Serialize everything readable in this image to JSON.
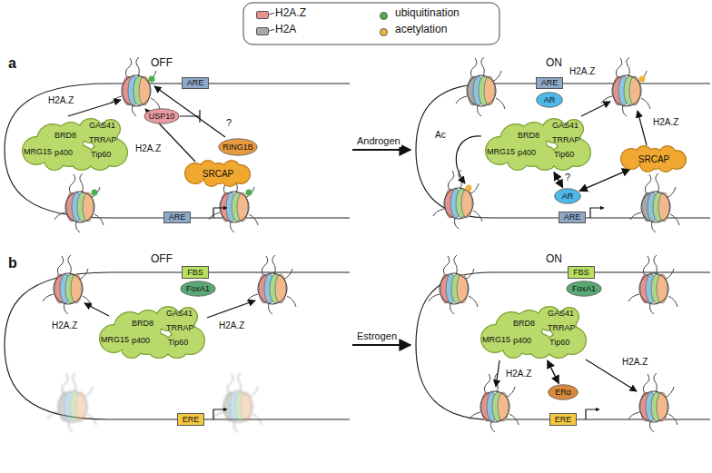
{
  "diagram": {
    "nodes": [
      {
        "text": [
          "MRG15",
          "BRD8",
          "p400",
          "GAS41",
          "TRRAP",
          "Tip60"
        ]
      },
      {
        "text": [
          "USP10"
        ]
      },
      {
        "text": [
          "RING1B"
        ]
      },
      {
        "text": [
          "SRCAP"
        ]
      },
      {
        "text": [
          "ARE"
        ]
      },
      {
        "text": [
          "ARE"
        ]
      },
      {
        "text": [
          "ARE"
        ]
      },
      {
        "text": [
          "AR"
        ]
      },
      {
        "text": [
          "MRG15",
          "BRD8",
          "p400",
          "GAS41",
          "TRRAP",
          "Tip60"
        ]
      },
      {
        "text": [
          "SRCAP"
        ]
      },
      {
        "text": [
          "AR"
        ]
      },
      {
        "text": [
          "ARE"
        ]
      },
      {
        "text": [
          "FBS"
        ]
      },
      {
        "text": [
          "FoxA1"
        ]
      },
      {
        "text": [
          "MRG15",
          "BRD8",
          "p400",
          "GAS41",
          "TRRAP",
          "Tip60"
        ]
      },
      {
        "text": [
          "ERE"
        ]
      },
      {
        "text": [
          "FBS"
        ]
      },
      {
        "text": [
          "FoxA1"
        ]
      },
      {
        "text": [
          "MRG15",
          "BRD8",
          "p400",
          "GAS41",
          "TRRAP",
          "Tip60"
        ]
      },
      {
        "text": [
          "ERα"
        ]
      },
      {
        "text": [
          "ERE"
        ]
      }
    ],
    "edges": [
      {
        "from": 10,
        "to": 8,
        "arrow": "both",
        "label": "?"
      },
      {
        "from": 10,
        "to": 9,
        "arrow": "both"
      },
      {
        "from": 19,
        "to": 18,
        "arrow": "both"
      }
    ],
    "labels": [
      "a",
      "OFF",
      "ON",
      "Androgen",
      "H2A.Z",
      "H2A.Z",
      "?",
      "Ac",
      "H2A.Z",
      "H2A.Z",
      "b",
      "OFF",
      "ON",
      "Estrogen",
      "H2A.Z",
      "H2A.Z",
      "H2A.Z",
      "H2A.Z"
    ],
    "legend": [
      {
        "text": "H2A.Z",
        "color": "#e4938f"
      },
      {
        "text": "H2A",
        "color": "#a8a8a8"
      },
      {
        "text": "ubiquitination",
        "color": "#4caf50"
      },
      {
        "text": "acetylation",
        "color": "#f0b43c"
      }
    ]
  }
}
